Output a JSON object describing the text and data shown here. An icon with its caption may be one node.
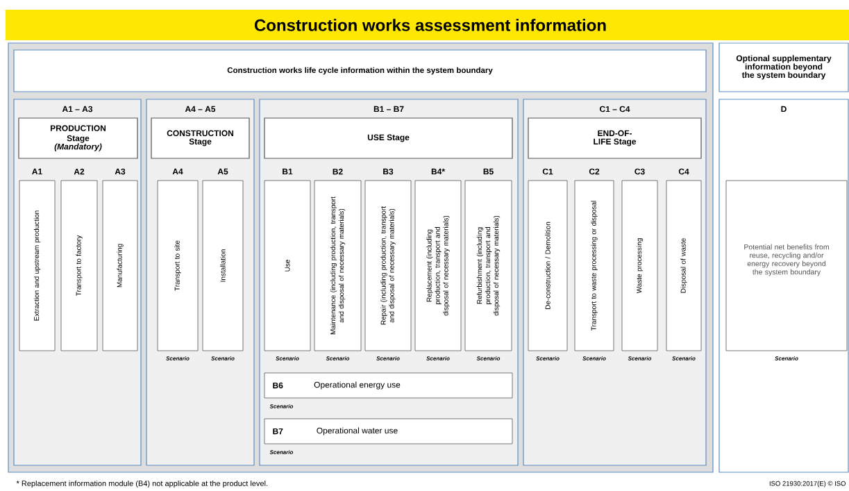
{
  "diagram": {
    "title": "Construction works assessment information",
    "nodes": [
      {
        "text": [
          "Construction works life cycle information within the system boundary"
        ]
      },
      {
        "text": [
          "Optional supplementary information beyond the system boundary"
        ]
      },
      {
        "text": [
          "A1 – A3"
        ]
      },
      {
        "text": [
          "PRODUCTION Stage",
          "(Mandatory)"
        ],
        "in": 2
      },
      {
        "text": [
          "A1",
          "Extraction and upstream production"
        ],
        "in": 2
      },
      {
        "text": [
          "A2",
          "Transport to factory"
        ],
        "in": 2
      },
      {
        "text": [
          "A3",
          "Manufacturing"
        ],
        "in": 2
      },
      {
        "text": [
          "A4 – A5"
        ]
      },
      {
        "text": [
          "CONSTRUCTION Stage"
        ],
        "in": 7
      },
      {
        "text": [
          "A4",
          "Transport to site"
        ],
        "beside": [
          "Scenario"
        ],
        "in": 7
      },
      {
        "text": [
          "A5",
          "Installation"
        ],
        "beside": [
          "Scenario"
        ],
        "in": 7
      },
      {
        "text": [
          "B1 – B7"
        ]
      },
      {
        "text": [
          "USE Stage"
        ],
        "in": 11
      },
      {
        "text": [
          "B1",
          "Use"
        ],
        "beside": [
          "Scenario"
        ],
        "in": 11
      },
      {
        "text": [
          "B2",
          "Maintenance (including production, transport and disposal of necessary materials)"
        ],
        "beside": [
          "Scenario"
        ],
        "in": 11
      },
      {
        "text": [
          "B3",
          "Repair (including production, transport and disposal of necessary materials)"
        ],
        "beside": [
          "Scenario"
        ],
        "in": 11
      },
      {
        "text": [
          "B4*",
          "Replacement (including production, transport and disposal of necessary materials)"
        ],
        "beside": [
          "Scenario"
        ],
        "in": 11
      },
      {
        "text": [
          "B5",
          "Refurbishment (including production, transport and disposal of necessary materials)"
        ],
        "beside": [
          "Scenario"
        ],
        "in": 11
      },
      {
        "text": [
          "B6",
          "Operational energy use"
        ],
        "beside": [
          "Scenario"
        ],
        "in": 11
      },
      {
        "text": [
          "B7",
          "Operational water use"
        ],
        "beside": [
          "Scenario"
        ],
        "in": 11
      },
      {
        "text": [
          "C1 – C4"
        ]
      },
      {
        "text": [
          "END-OF-LIFE Stage"
        ],
        "in": 20
      },
      {
        "text": [
          "C1",
          "De-construction / Demolition"
        ],
        "beside": [
          "Scenario"
        ],
        "in": 20
      },
      {
        "text": [
          "C2",
          "Transport to waste processing or disposal"
        ],
        "beside": [
          "Scenario"
        ],
        "in": 20
      },
      {
        "text": [
          "C3",
          "Waste processing"
        ],
        "beside": [
          "Scenario"
        ],
        "in": 20
      },
      {
        "text": [
          "C4",
          "Disposal of waste"
        ],
        "beside": [
          "Scenario"
        ],
        "in": 20
      },
      {
        "text": [
          "D"
        ]
      },
      {
        "text": [
          "Potential net benefits from reuse, recycling and/or energy recovery beyond the system boundary"
        ],
        "beside": [
          "Scenario"
        ],
        "in": 26
      }
    ],
    "labels": [
      "* Replacement information module (B4) not applicable at the product level.",
      "ISO 21930:2017(E) © ISO"
    ]
  }
}
